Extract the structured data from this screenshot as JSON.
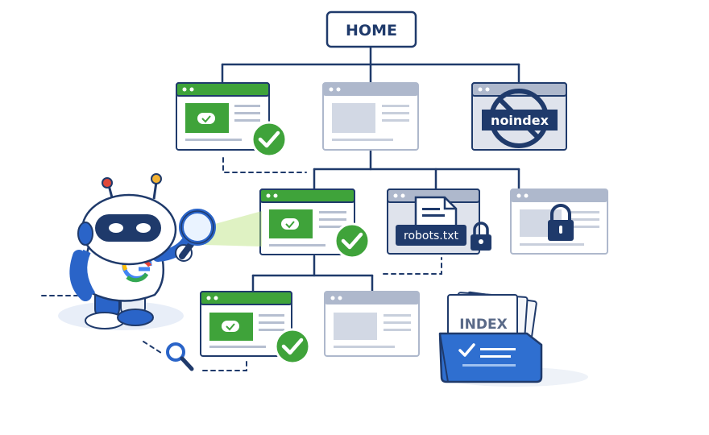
{
  "home": {
    "label": "HOME"
  },
  "tags": {
    "noindex": "noindex",
    "robots": "robots.txt",
    "index": "INDEX"
  },
  "colors": {
    "navy": "#1f3a6b",
    "green": "#3fa33a",
    "green_dark": "#2b8a30",
    "gray_bar": "#aeb8cc",
    "gray_fill": "#d2d8e4",
    "blue_folder": "#2f6fd0",
    "robot_blue": "#2a64c8"
  },
  "icons": [
    "checkmark-icon",
    "lock-icon",
    "magnifier-icon",
    "prohibited-icon",
    "document-icon",
    "folder-icon",
    "robot-icon",
    "google-logo-icon"
  ]
}
